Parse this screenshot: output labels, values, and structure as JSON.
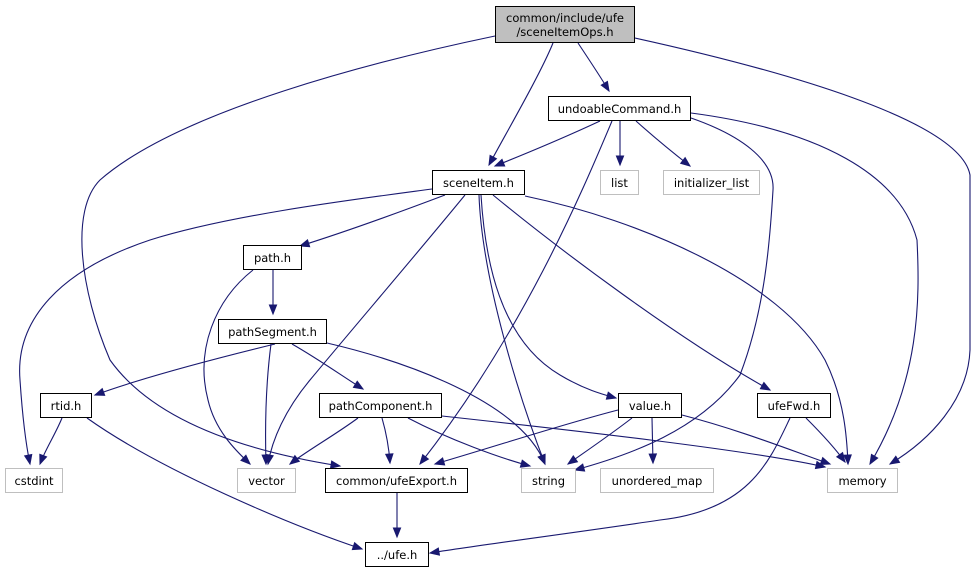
{
  "graph": {
    "title": "Include dependency graph for sceneItemOps.h",
    "edge_color": "#191970",
    "nodes": [
      {
        "id": "root",
        "label": "common/include/ufe\n/sceneItemOps.h",
        "kind": "root"
      },
      {
        "id": "undoableCommand",
        "label": "undoableCommand.h",
        "kind": "local"
      },
      {
        "id": "sceneItem",
        "label": "sceneItem.h",
        "kind": "local"
      },
      {
        "id": "list",
        "label": "list",
        "kind": "external"
      },
      {
        "id": "initializer_list",
        "label": "initializer_list",
        "kind": "external"
      },
      {
        "id": "path",
        "label": "path.h",
        "kind": "local"
      },
      {
        "id": "pathSegment",
        "label": "pathSegment.h",
        "kind": "local"
      },
      {
        "id": "rtid",
        "label": "rtid.h",
        "kind": "local"
      },
      {
        "id": "pathComponent",
        "label": "pathComponent.h",
        "kind": "local"
      },
      {
        "id": "value",
        "label": "value.h",
        "kind": "local"
      },
      {
        "id": "ufeFwd",
        "label": "ufeFwd.h",
        "kind": "local"
      },
      {
        "id": "cstdint",
        "label": "cstdint",
        "kind": "external"
      },
      {
        "id": "vector",
        "label": "vector",
        "kind": "external"
      },
      {
        "id": "ufeExport",
        "label": "common/ufeExport.h",
        "kind": "local"
      },
      {
        "id": "string",
        "label": "string",
        "kind": "external"
      },
      {
        "id": "unordered_map",
        "label": "unordered_map",
        "kind": "external"
      },
      {
        "id": "memory",
        "label": "memory",
        "kind": "external"
      },
      {
        "id": "ufe",
        "label": "../ufe.h",
        "kind": "local"
      }
    ],
    "edges": [
      {
        "from": "root",
        "to": "sceneItem"
      },
      {
        "from": "root",
        "to": "undoableCommand"
      },
      {
        "from": "root",
        "to": "ufeExport"
      },
      {
        "from": "root",
        "to": "memory"
      },
      {
        "from": "undoableCommand",
        "to": "sceneItem"
      },
      {
        "from": "undoableCommand",
        "to": "list"
      },
      {
        "from": "undoableCommand",
        "to": "initializer_list"
      },
      {
        "from": "undoableCommand",
        "to": "ufeExport"
      },
      {
        "from": "undoableCommand",
        "to": "string"
      },
      {
        "from": "undoableCommand",
        "to": "memory"
      },
      {
        "from": "sceneItem",
        "to": "path"
      },
      {
        "from": "sceneItem",
        "to": "cstdint"
      },
      {
        "from": "sceneItem",
        "to": "vector"
      },
      {
        "from": "sceneItem",
        "to": "string"
      },
      {
        "from": "sceneItem",
        "to": "value"
      },
      {
        "from": "sceneItem",
        "to": "ufeFwd"
      },
      {
        "from": "sceneItem",
        "to": "memory"
      },
      {
        "from": "path",
        "to": "pathSegment"
      },
      {
        "from": "path",
        "to": "vector"
      },
      {
        "from": "pathSegment",
        "to": "rtid"
      },
      {
        "from": "pathSegment",
        "to": "pathComponent"
      },
      {
        "from": "pathSegment",
        "to": "vector"
      },
      {
        "from": "pathSegment",
        "to": "string"
      },
      {
        "from": "rtid",
        "to": "cstdint"
      },
      {
        "from": "rtid",
        "to": "ufe"
      },
      {
        "from": "pathComponent",
        "to": "vector"
      },
      {
        "from": "pathComponent",
        "to": "ufeExport"
      },
      {
        "from": "pathComponent",
        "to": "string"
      },
      {
        "from": "pathComponent",
        "to": "memory"
      },
      {
        "from": "value",
        "to": "ufeExport"
      },
      {
        "from": "value",
        "to": "string"
      },
      {
        "from": "value",
        "to": "unordered_map"
      },
      {
        "from": "value",
        "to": "memory"
      },
      {
        "from": "ufeFwd",
        "to": "memory"
      },
      {
        "from": "ufeFwd",
        "to": "ufe"
      },
      {
        "from": "ufeExport",
        "to": "ufe"
      }
    ]
  }
}
